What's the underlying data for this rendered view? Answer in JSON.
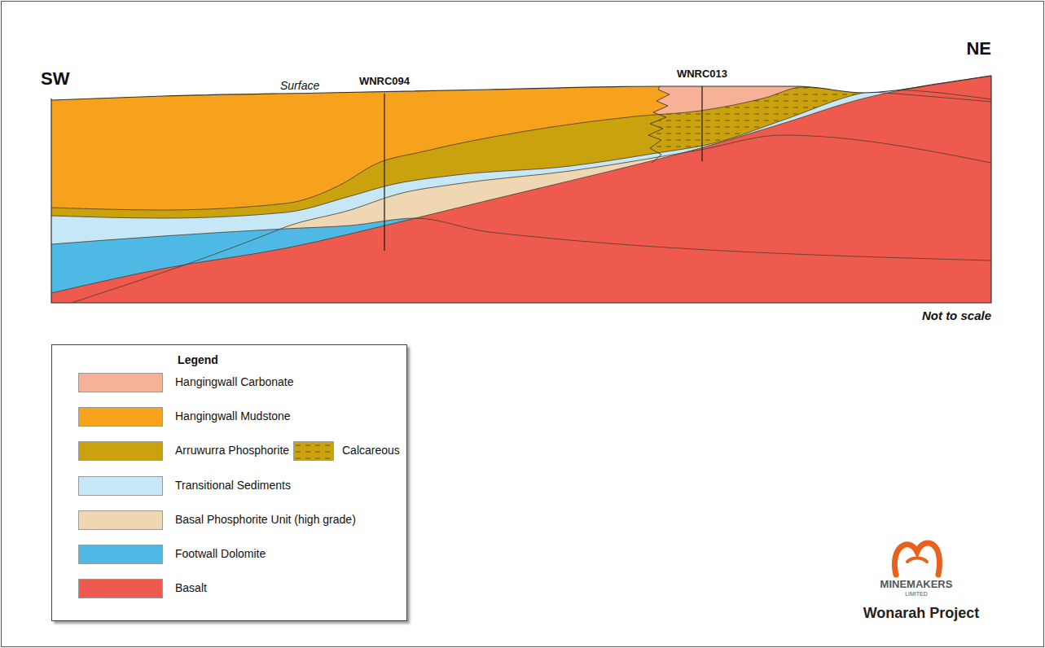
{
  "diagram": {
    "labels": [
      "SW",
      "NE",
      "Surface",
      "WNRC094",
      "WNRC013",
      "Not to scale",
      "Legend",
      "MINEMAKERS",
      "LIMITED",
      "Wonarah Project"
    ],
    "legend": [
      {
        "text": "Hangingwall Carbonate",
        "color": "#f6b196"
      },
      {
        "text": "Hangingwall Mudstone",
        "color": "#f7a21c"
      },
      {
        "text": "Arruwurra Phosphorite",
        "color": "#c9a20e"
      },
      {
        "text": "Calcareous"
      },
      {
        "text": "Transitional Sediments",
        "color": "#c6e7f5"
      },
      {
        "text": "Basal Phosphorite Unit (high grade)",
        "color": "#efd7b4"
      },
      {
        "text": "Footwall Dolomite",
        "color": "#4fb9e6"
      },
      {
        "text": "Basalt",
        "color": "#ef5a4e"
      }
    ]
  }
}
